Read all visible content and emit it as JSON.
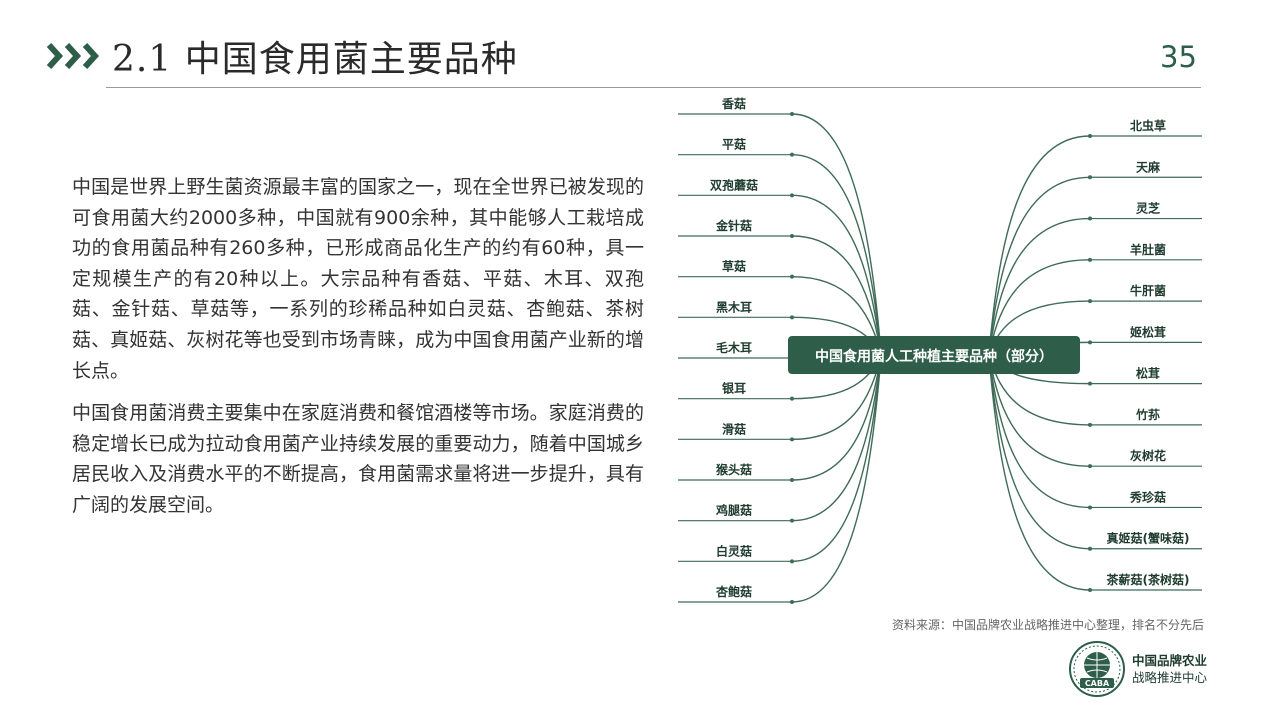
{
  "header": {
    "title": "2.1 中国食用菌主要品种",
    "page_number": "35"
  },
  "body": {
    "paragraphs": [
      "中国是世界上野生菌资源最丰富的国家之一，现在全世界已被发现的可食用菌大约2000多种，中国就有900余种，其中能够人工栽培成功的食用菌品种有260多种，已形成商品化生产的约有60种，具一定规模生产的有20种以上。大宗品种有香菇、平菇、木耳、双孢菇、金针菇、草菇等，一系列的珍稀品种如白灵菇、杏鲍菇、茶树菇、真姬菇、灰树花等也受到市场青睐，成为中国食用菌产业新的增长点。",
      "中国食用菌消费主要集中在家庭消费和餐馆酒楼等市场。家庭消费的稳定增长已成为拉动食用菌产业持续发展的重要动力，随着中国城乡居民收入及消费水平的不断提高，食用菌需求量将进一步提升，具有广阔的发展空间。"
    ]
  },
  "mindmap": {
    "center_label": "中国食用菌人工种植主要品种（部分）",
    "left_items": [
      "香菇",
      "平菇",
      "双孢蘑菇",
      "金针菇",
      "草菇",
      "黑木耳",
      "毛木耳",
      "银耳",
      "滑菇",
      "猴头菇",
      "鸡腿菇",
      "白灵菇",
      "杏鲍菇"
    ],
    "right_items": [
      "北虫草",
      "天麻",
      "灵芝",
      "羊肚菌",
      "牛肝菌",
      "姬松茸",
      "松茸",
      "竹荪",
      "灰树花",
      "秀珍菇",
      "真姬菇(蟹味菇)",
      "茶薪菇(茶树菇)"
    ],
    "colors": {
      "accent": "#2e5e4a",
      "branch": "#3f6b58",
      "label_text": "#1e3b2f",
      "center_text": "#ffffff"
    }
  },
  "source_note": "资料来源：中国品牌农业战略推进中心整理，排名不分先后",
  "logo": {
    "seal_text": "CABA",
    "name_line1": "中国品牌农业",
    "name_line2": "战略推进中心"
  }
}
